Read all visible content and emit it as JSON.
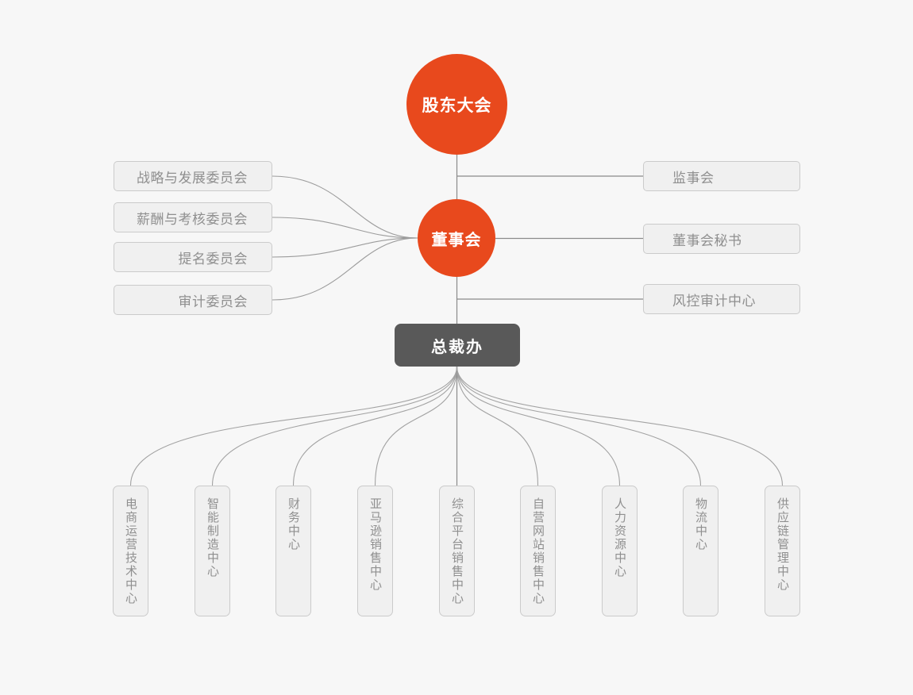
{
  "diagram": {
    "type": "org-chart",
    "background": "#f7f7f7"
  },
  "colors": {
    "primary_node": "#e8491d",
    "executive_node": "#595959",
    "department_fill": "#f0f0f0",
    "department_border": "#cbcbcb",
    "department_text": "#8f8f8f",
    "connector_straight": "#8a8a8a",
    "connector_curve": "#a2a2a2"
  },
  "nodes": {
    "shareholders": {
      "label": "股东大会"
    },
    "board": {
      "label": "董事会"
    },
    "president_office": {
      "label": "总裁办"
    }
  },
  "left_committees": {
    "items": [
      {
        "label": "战略与发展委员会"
      },
      {
        "label": "薪酬与考核委员会"
      },
      {
        "label": "提名委员会"
      },
      {
        "label": "审计委员会"
      }
    ]
  },
  "right_bodies": {
    "items": [
      {
        "label": "监事会"
      },
      {
        "label": "董事会秘书"
      },
      {
        "label": "风控审计中心"
      }
    ]
  },
  "bottom_centers": {
    "items": [
      {
        "label": "电商运营技术中心"
      },
      {
        "label": "智能制造中心"
      },
      {
        "label": "财务中心"
      },
      {
        "label": "亚马逊销售中心"
      },
      {
        "label": "综合平台销售中心"
      },
      {
        "label": "自营网站销售中心"
      },
      {
        "label": "人力资源中心"
      },
      {
        "label": "物流中心"
      },
      {
        "label": "供应链管理中心"
      }
    ]
  }
}
